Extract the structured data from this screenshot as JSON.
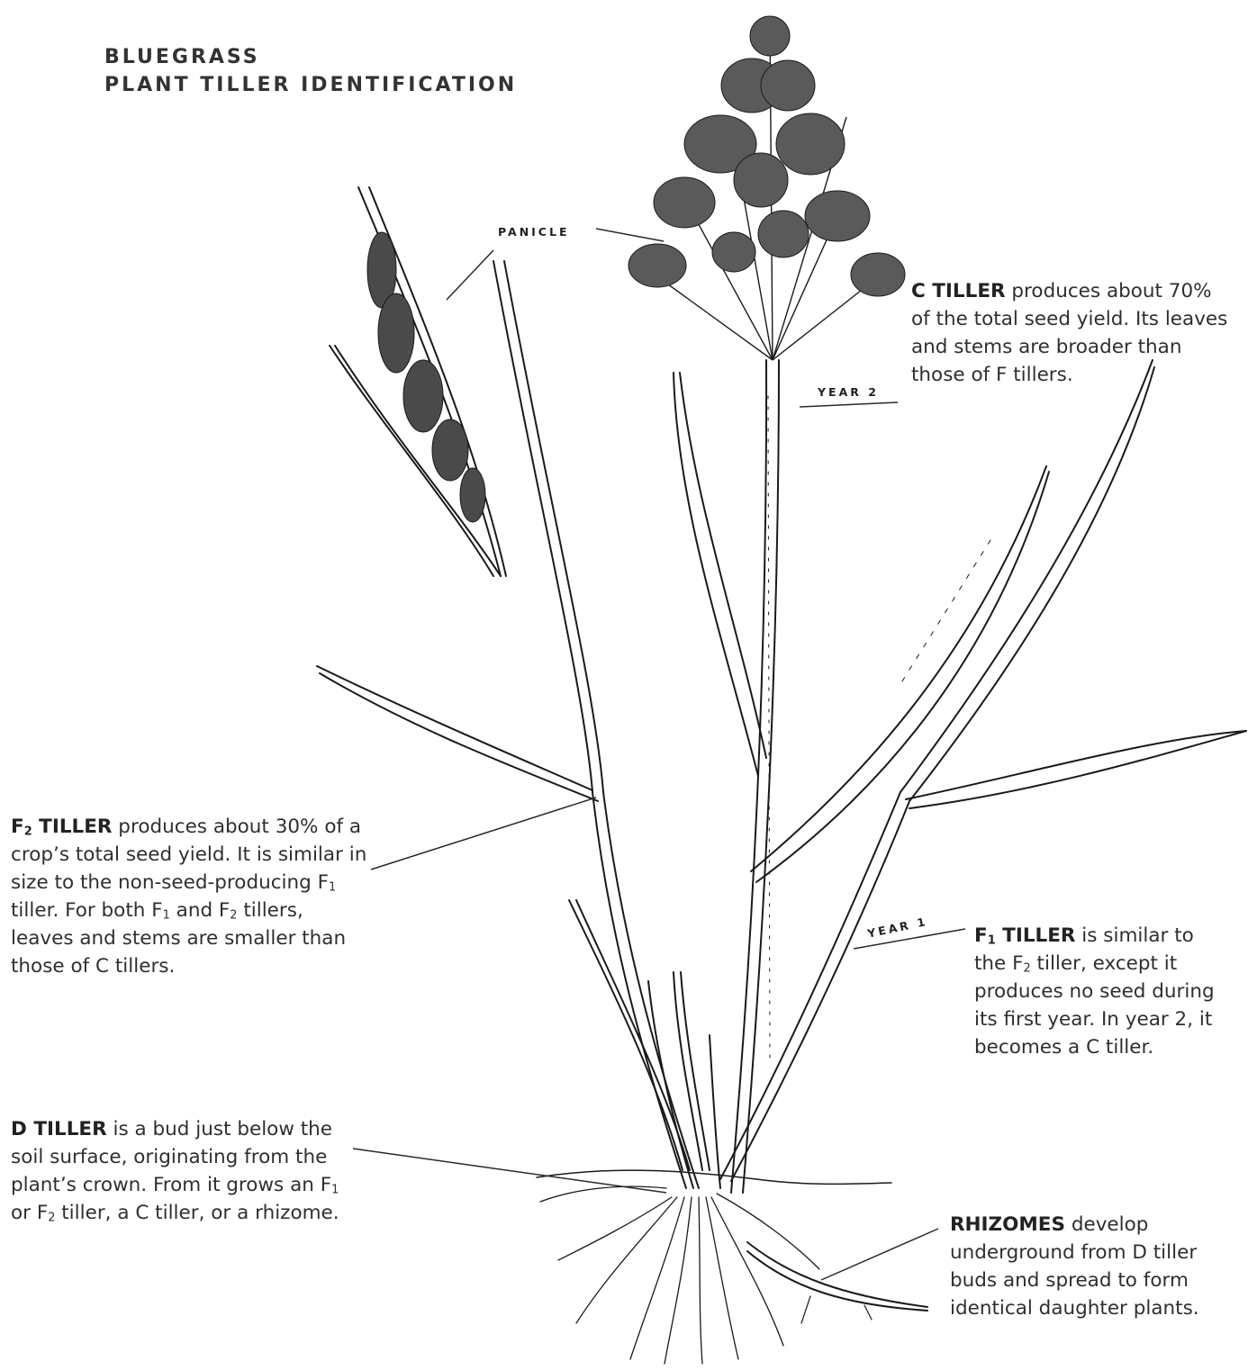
{
  "title": {
    "line1": "BLUEGRASS",
    "line2": "PLANT TILLER IDENTIFICATION"
  },
  "tags": {
    "panicle": "PANICLE",
    "year2": "YEAR 2",
    "year1": "YEAR 1"
  },
  "callouts": {
    "c_tiller": {
      "head": "C TILLER",
      "text": " produces about 70% of the total seed yield. Its leaves and stems are broader than those of F tillers."
    },
    "f2_tiller": {
      "head_f": "F",
      "head_sub": "2",
      "head_rest": " TILLER",
      "t1": " produces about 30% of a crop’s total seed yield. It is similar in size to the non-seed-producing F",
      "s1": "1",
      "t2": " tiller. For both F",
      "s2": "1",
      "t3": " and F",
      "s3": "2",
      "t4": " tillers, leaves and stems are smaller than those of C tillers."
    },
    "f1_tiller": {
      "head_f": "F",
      "head_sub": "1",
      "head_rest": " TILLER",
      "t1": " is similar to the F",
      "s1": "2",
      "t2": " tiller, except it produces no seed during its first year. In year 2, it becomes a C tiller."
    },
    "d_tiller": {
      "head": "D TILLER",
      "t1": " is a bud just below the soil surface, originating from the plant’s crown. From it grows an F",
      "s1": "1",
      "t2": " or F",
      "s2": "2",
      "t3": " tiller, a C tiller, or a rhizome."
    },
    "rhizomes": {
      "head": "RHIZOMES",
      "text": " develop underground from D tiller buds and spread to form identical daughter plants."
    }
  }
}
